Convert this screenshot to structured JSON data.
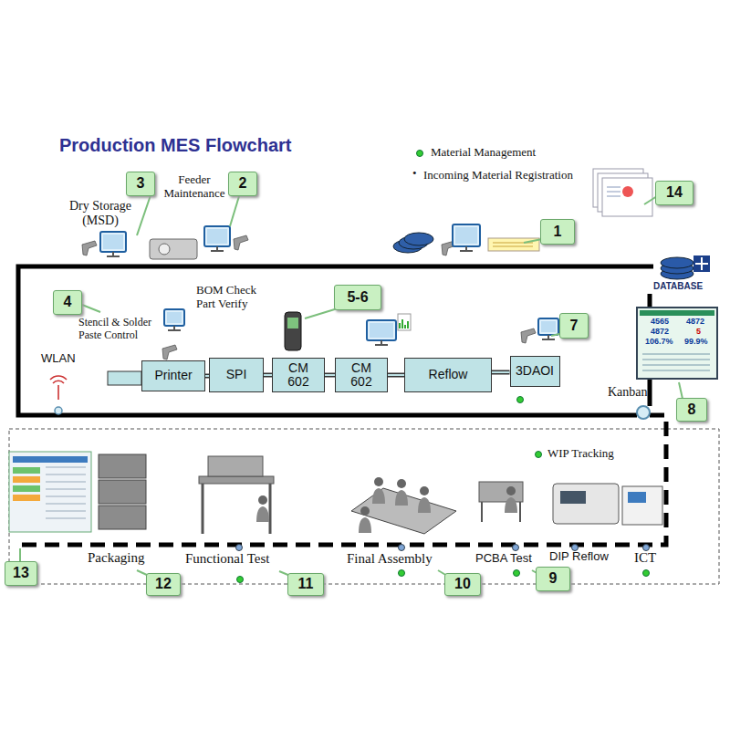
{
  "diagram": {
    "title": "Production MES Flowchart",
    "nodes": [
      {
        "text": [
          "3"
        ]
      },
      {
        "text": [
          "2"
        ]
      },
      {
        "text": [
          "14"
        ]
      },
      {
        "text": [
          "1"
        ]
      },
      {
        "text": [
          "4"
        ]
      },
      {
        "text": [
          "5-6"
        ]
      },
      {
        "text": [
          "7"
        ]
      },
      {
        "text": [
          "Printer"
        ]
      },
      {
        "text": [
          "SPI"
        ]
      },
      {
        "text": [
          "CM 602"
        ]
      },
      {
        "text": [
          "CM 602"
        ]
      },
      {
        "text": [
          "Reflow"
        ]
      },
      {
        "text": [
          "3DAOI"
        ]
      },
      {
        "text": [
          "8"
        ]
      },
      {
        "text": [
          "13"
        ]
      },
      {
        "text": [
          "12"
        ]
      },
      {
        "text": [
          "11"
        ]
      },
      {
        "text": [
          "10"
        ]
      },
      {
        "text": [
          "9"
        ]
      }
    ],
    "edges": [
      {
        "from": 7,
        "to": 8,
        "arrow": "none"
      },
      {
        "from": 8,
        "to": 9,
        "arrow": "none"
      },
      {
        "from": 9,
        "to": 10,
        "arrow": "none"
      },
      {
        "from": 10,
        "to": 11,
        "arrow": "none"
      },
      {
        "from": 11,
        "to": 12,
        "arrow": "none"
      }
    ],
    "labels": [
      "Material Management",
      "•",
      "Incoming Material Registration",
      "Dry Storage (MSD)",
      "Feeder Maintenance",
      "DATABASE",
      "Stencil & Solder Paste Control",
      "BOM Check Part Verify",
      "WLAN",
      "Kanban",
      "4565",
      "4872",
      "106.7%",
      "4872",
      "5",
      "99.9%",
      "WIP Tracking",
      "Packaging",
      "Functional Test",
      "Final Assembly",
      "PCBA Test",
      "DIP Reflow",
      "ICT"
    ]
  }
}
